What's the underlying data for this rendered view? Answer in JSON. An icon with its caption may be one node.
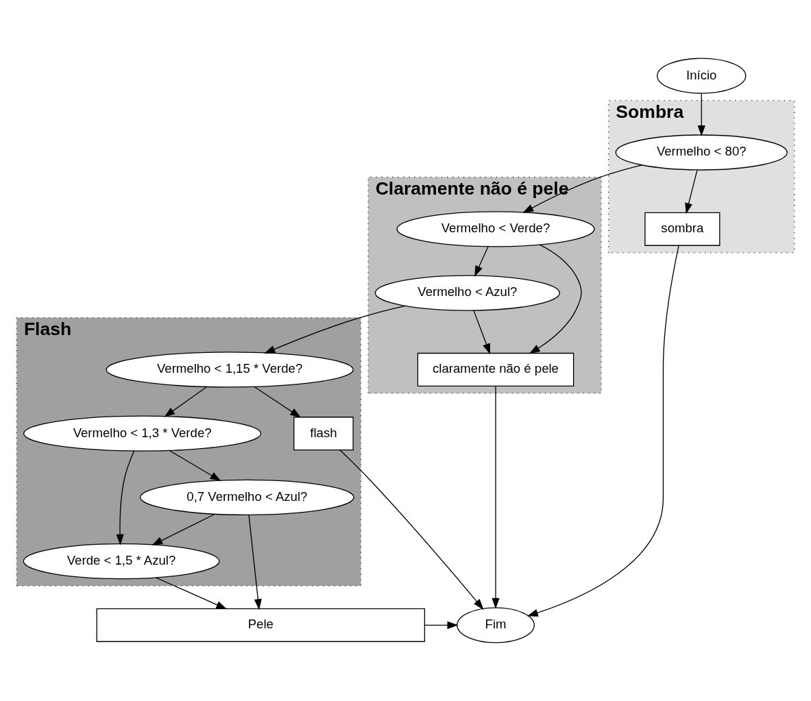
{
  "diagram": {
    "nodes": [
      {
        "text": [
          "Início"
        ]
      },
      {
        "text": [
          "Sombra"
        ]
      },
      {
        "text": [
          "Vermelho < 80?"
        ],
        "in": 1
      },
      {
        "text": [
          "sombra"
        ],
        "in": 1
      },
      {
        "text": [
          "Claramente não é pele"
        ]
      },
      {
        "text": [
          "Vermelho < Verde?"
        ],
        "in": 4
      },
      {
        "text": [
          "Vermelho < Azul?"
        ],
        "in": 4
      },
      {
        "text": [
          "claramente não é pele"
        ],
        "in": 4
      },
      {
        "text": [
          "Flash"
        ]
      },
      {
        "text": [
          "Vermelho < 1,15 * Verde?"
        ],
        "in": 8
      },
      {
        "text": [
          "Vermelho < 1,3 * Verde?"
        ],
        "in": 8
      },
      {
        "text": [
          "0,7 Vermelho < Azul?"
        ],
        "in": 8
      },
      {
        "text": [
          "Verde < 1,5 * Azul?"
        ],
        "in": 8
      },
      {
        "text": [
          "flash"
        ],
        "in": 8
      },
      {
        "text": [
          "Pele"
        ]
      },
      {
        "text": [
          "Fim"
        ]
      }
    ],
    "edges": [
      {
        "from": 0,
        "to": 2,
        "arrow": "to"
      },
      {
        "from": 2,
        "to": 3,
        "arrow": "to"
      },
      {
        "from": 2,
        "to": 5,
        "arrow": "to"
      },
      {
        "from": 3,
        "to": 15,
        "arrow": "to"
      },
      {
        "from": 5,
        "to": 7,
        "arrow": "to"
      },
      {
        "from": 5,
        "to": 6,
        "arrow": "to"
      },
      {
        "from": 6,
        "to": 7,
        "arrow": "to"
      },
      {
        "from": 6,
        "to": 9,
        "arrow": "to"
      },
      {
        "from": 7,
        "to": 15,
        "arrow": "to"
      },
      {
        "from": 9,
        "to": 13,
        "arrow": "to"
      },
      {
        "from": 9,
        "to": 10,
        "arrow": "to"
      },
      {
        "from": 10,
        "to": 12,
        "arrow": "to"
      },
      {
        "from": 10,
        "to": 11,
        "arrow": "to"
      },
      {
        "from": 11,
        "to": 12,
        "arrow": "to"
      },
      {
        "from": 11,
        "to": 14,
        "arrow": "to"
      },
      {
        "from": 12,
        "to": 14,
        "arrow": "to"
      },
      {
        "from": 13,
        "to": 15,
        "arrow": "to"
      },
      {
        "from": 14,
        "to": 15,
        "arrow": "to"
      }
    ]
  }
}
